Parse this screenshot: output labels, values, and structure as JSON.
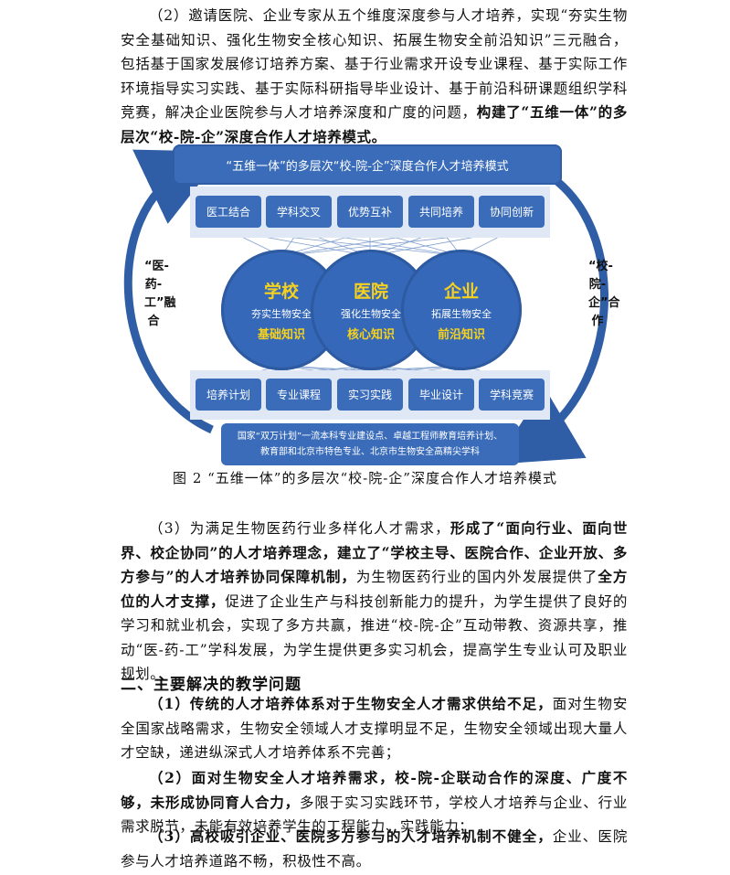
{
  "intro": {
    "p2_normal": "（2）邀请医院、企业专家从五个维度深度参与人才培养，实现“夯实生物安全基础知识、强化生物安全核心知识、拓展生物安全前沿知识”三元融合，包括基于国家发展修订培养方案、基于行业需求开设专业课程、基于实际工作环境指导实习实践、基于实际科研指导毕业设计、基于前沿科研课题组织学科竞赛，解决企业医院参与人才培养深度和广度的问题，",
    "p2_bold": "构建了“五维一体”的多层次“校-院-企”深度合作人才培养模式。"
  },
  "diagram": {
    "title": "“五维一体”的多层次“校-院-企”深度合作人才培养模式",
    "top_items": [
      "医工结合",
      "学科交叉",
      "优势互补",
      "共同培养",
      "协同创新"
    ],
    "circles": [
      {
        "title": "学校",
        "sub": "夯实生物安全",
        "key": "基础知识"
      },
      {
        "title": "医院",
        "sub": "强化生物安全",
        "key": "核心知识"
      },
      {
        "title": "企业",
        "sub": "拓展生物安全",
        "key": "前沿知识"
      }
    ],
    "bottom_items": [
      "培养计划",
      "专业课程",
      "实习实践",
      "毕业设计",
      "学科竞赛"
    ],
    "bottom_box_line1": "国家“双万计划”一流本科专业建设点、卓越工程师教育培养计划、",
    "bottom_box_line2": "教育部和北京市特色专业、北京市生物安全高精尖学科",
    "left_side": "“医-药-工”融合",
    "right_side": "“校-院-企”合作",
    "colors": {
      "box": "#3a6cba",
      "circle": "#3568b8",
      "highlight": "#f6d11e"
    }
  },
  "caption": "图 2  “五维一体”的多层次“校-院-企”深度合作人才培养模式",
  "p3": {
    "a": "（3）为满足生物医药行业多样化人才需求，",
    "b": "形成了“面向行业、面向世界、校企协同”的人才培养理念，建立了“学校主导、医院合作、企业开放、多方参与”的人才培养协同保障机制，",
    "c": "为生物医药行业的国内外发展提供了",
    "d": "全方位的人才支撑，",
    "e": "促进了企业生产与科技创新能力的提升，为学生提供了良好的学习和就业机会，实现了多方共赢，推进“校-院-企”互动带教、资源共享，推动“医-药-工”学科发展，为学生提供更多实习机会，提高学生专业认可及职业规划。"
  },
  "section2": {
    "heading": "二、主要解决的教学问题",
    "items": [
      {
        "bold": "（1）传统的人才培养体系对于生物安全人才需求供给不足，",
        "normal": "面对生物安全国家战略需求，生物安全领域人才支撑明显不足，生物安全领域出现大量人才空缺，递进纵深式人才培养体系不完善；"
      },
      {
        "bold": "（2）面对生物安全人才培养需求，校-院-企联动合作的深度、广度不够，未形成协同育人合力，",
        "normal": "多限于实习实践环节，学校人才培养与企业、行业需求脱节，未能有效培养学生的工程能力、实践能力；"
      },
      {
        "bold": "（3）高校吸引企业、医院多方参与的人才培养机制不健全，",
        "normal": "企业、医院参与人才培养道路不畅，积极性不高。"
      }
    ]
  }
}
